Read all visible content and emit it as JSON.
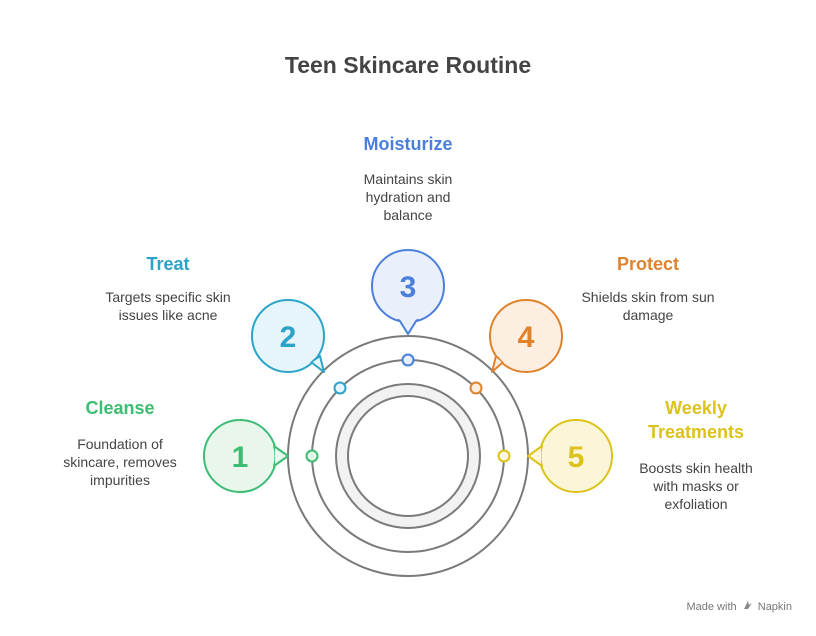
{
  "title": "Teen Skincare Routine",
  "steps": [
    {
      "number": "1",
      "title": "Cleanse",
      "description": "Foundation of skincare, removes impurities",
      "color": "#3dbd72",
      "fill": "#e8f6ec"
    },
    {
      "number": "2",
      "title": "Treat",
      "description": "Targets specific skin issues like acne",
      "color": "#2ba3c9",
      "fill": "#e6f5fa"
    },
    {
      "number": "3",
      "title": "Moisturize",
      "description": "Maintains skin hydration and balance",
      "color": "#4a7fdb",
      "fill": "#e9effb"
    },
    {
      "number": "4",
      "title": "Protect",
      "description": "Shields skin from sun damage",
      "color": "#e0822b",
      "fill": "#fcefe2"
    },
    {
      "number": "5",
      "title": "Weekly Treatments",
      "description": "Boosts skin health with masks or exfoliation",
      "color": "#dcc21c",
      "fill": "#fbf6d8"
    }
  ],
  "footer": {
    "label": "Made with",
    "brand": "Napkin"
  }
}
